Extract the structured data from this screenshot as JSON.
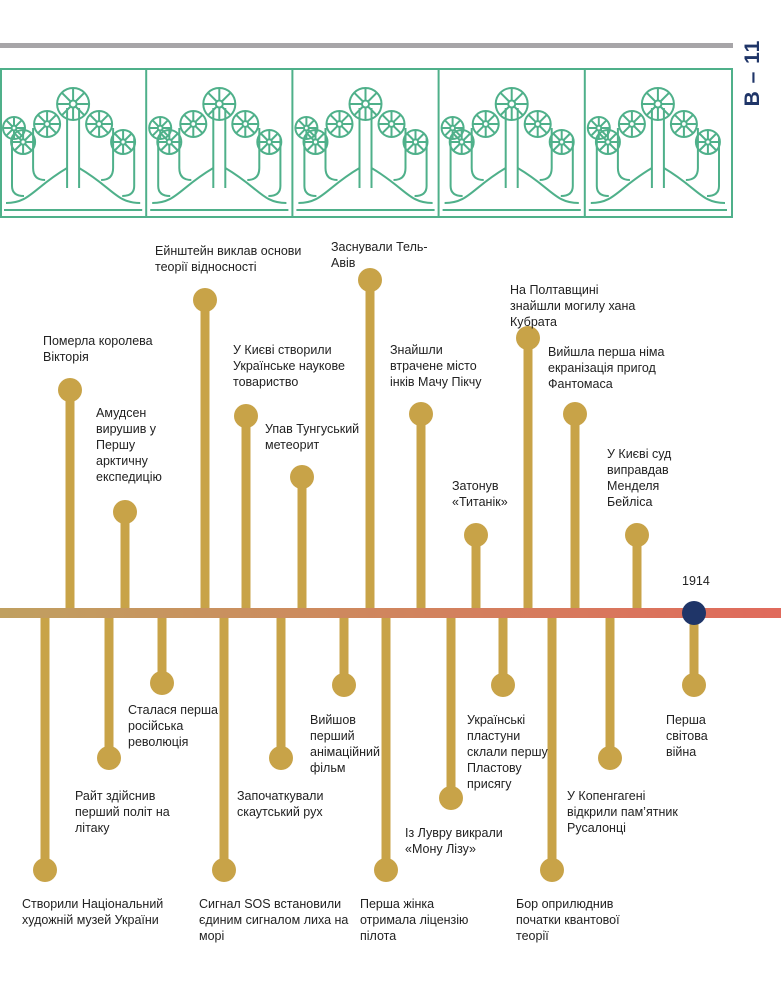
{
  "page_label": "В – 11",
  "colors": {
    "gold": "#c8a348",
    "rule": "#a7a5a8",
    "ornament": "#4fb08a",
    "axis_start": "#c0a060",
    "axis_end": "#e06a5c",
    "marker": "#1f3568"
  },
  "end_year": "1914",
  "events_above": [
    {
      "text": "Померла королева Вікторія"
    },
    {
      "text": "Амудсен вирушив у Першу арктичну експедицію"
    },
    {
      "text": "Ейнштейн виклав основи теорії відносності"
    },
    {
      "text": "У Києві створили Українське наукове товариство"
    },
    {
      "text": "Упав Тунгуський метеорит"
    },
    {
      "text": "Заснували Тель-Авів"
    },
    {
      "text": "Знайшли втрачене місто інків Мачу Пікчу"
    },
    {
      "text": "Затонув «Титанік»"
    },
    {
      "text": "На Полтавщині знайшли могилу хана Кубрата"
    },
    {
      "text": "Вийшла перша німа екранізація пригод Фантомаса"
    },
    {
      "text": "У Києві суд виправдав Менделя Бейліса"
    }
  ],
  "events_below": [
    {
      "text": "Створили Національний художній музей України"
    },
    {
      "text": "Райт здійснив перший політ на літаку"
    },
    {
      "text": "Сталася перша російська революція"
    },
    {
      "text": "Сигнал SOS встановили єдиним сигналом лиха на морі"
    },
    {
      "text": "Започаткували скаутський рух"
    },
    {
      "text": "Вийшов перший анімаційний фільм"
    },
    {
      "text": "Перша жінка отримала ліцензію пілота"
    },
    {
      "text": "Із Лувру викрали «Мону Лізу»"
    },
    {
      "text": "Українські пластуни склали першу Пластову присягу"
    },
    {
      "text": "Бор оприлюднив початки квантової теорії"
    },
    {
      "text": "У Копенгагені відкрили пам’ятник Русалонці"
    },
    {
      "text": "Перша світова війна"
    }
  ]
}
